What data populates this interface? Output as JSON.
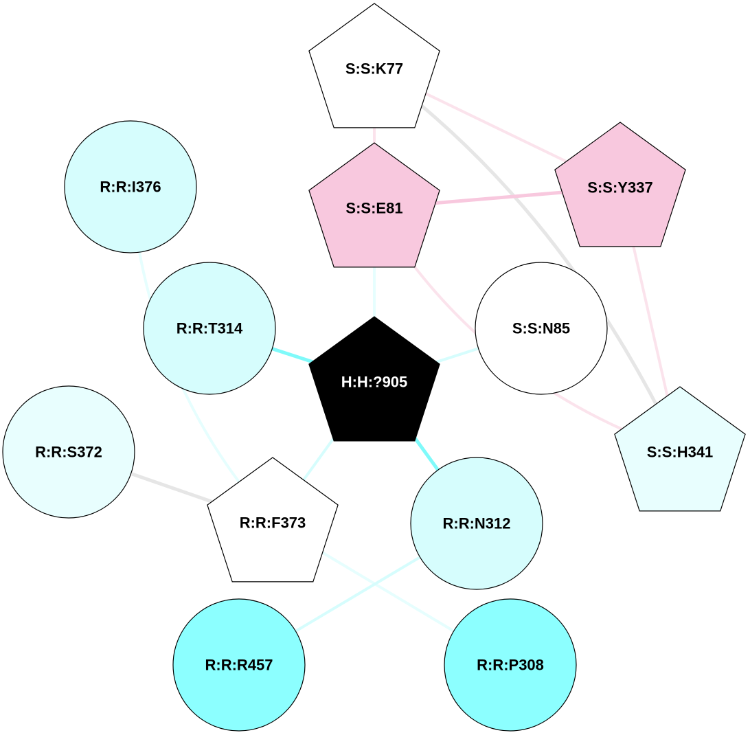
{
  "nodes": [
    {
      "id": "K77",
      "label": "S:S:K77",
      "shape": "pentagon",
      "fill": "#ffffff",
      "text": "#000000"
    },
    {
      "id": "E81",
      "label": "S:S:E81",
      "shape": "pentagon",
      "fill": "#f8c8de",
      "text": "#000000"
    },
    {
      "id": "Y337",
      "label": "S:S:Y337",
      "shape": "pentagon",
      "fill": "#f8c8de",
      "text": "#000000"
    },
    {
      "id": "H341",
      "label": "S:S:H341",
      "shape": "pentagon",
      "fill": "#e8fefe",
      "text": "#000000"
    },
    {
      "id": "X905",
      "label": "H:H:?905",
      "shape": "pentagon",
      "fill": "#000000",
      "text": "#ffffff"
    },
    {
      "id": "F373",
      "label": "R:R:F373",
      "shape": "pentagon",
      "fill": "#ffffff",
      "text": "#000000"
    },
    {
      "id": "I376",
      "label": "R:R:I376",
      "shape": "circle",
      "fill": "#d6fdfd",
      "text": "#000000"
    },
    {
      "id": "T314",
      "label": "R:R:T314",
      "shape": "circle",
      "fill": "#d6fdfd",
      "text": "#000000"
    },
    {
      "id": "N85",
      "label": "S:S:N85",
      "shape": "circle",
      "fill": "#ffffff",
      "text": "#000000"
    },
    {
      "id": "S372",
      "label": "R:R:S372",
      "shape": "circle",
      "fill": "#e8fefe",
      "text": "#000000"
    },
    {
      "id": "N312",
      "label": "R:R:N312",
      "shape": "circle",
      "fill": "#d6fdfd",
      "text": "#000000"
    },
    {
      "id": "R457",
      "label": "R:R:R457",
      "shape": "circle",
      "fill": "#8cffff",
      "text": "#000000"
    },
    {
      "id": "P308",
      "label": "R:R:P308",
      "shape": "circle",
      "fill": "#8cffff",
      "text": "#000000"
    }
  ],
  "edges": [
    {
      "source": "K77",
      "target": "E81",
      "color": "#fbe3ec"
    },
    {
      "source": "K77",
      "target": "Y337",
      "color": "#fbe3ec"
    },
    {
      "source": "K77",
      "target": "H341",
      "color": "#e6e6e6"
    },
    {
      "source": "E81",
      "target": "Y337",
      "color": "#f8c8de"
    },
    {
      "source": "E81",
      "target": "H341",
      "color": "#fbe3ec"
    },
    {
      "source": "E81",
      "target": "X905",
      "color": "#e6fefe"
    },
    {
      "source": "Y337",
      "target": "H341",
      "color": "#fbe3ec"
    },
    {
      "source": "X905",
      "target": "T314",
      "color": "#7ffafa"
    },
    {
      "source": "X905",
      "target": "N85",
      "color": "#d6fdfd"
    },
    {
      "source": "X905",
      "target": "F373",
      "color": "#d6fdfd"
    },
    {
      "source": "X905",
      "target": "N312",
      "color": "#7ffafa"
    },
    {
      "source": "I376",
      "target": "F373",
      "color": "#e6fefe"
    },
    {
      "source": "S372",
      "target": "F373",
      "color": "#e6e6e6"
    },
    {
      "source": "F373",
      "target": "P308",
      "color": "#e6fefe"
    },
    {
      "source": "N312",
      "target": "R457",
      "color": "#d6fdfd"
    }
  ]
}
